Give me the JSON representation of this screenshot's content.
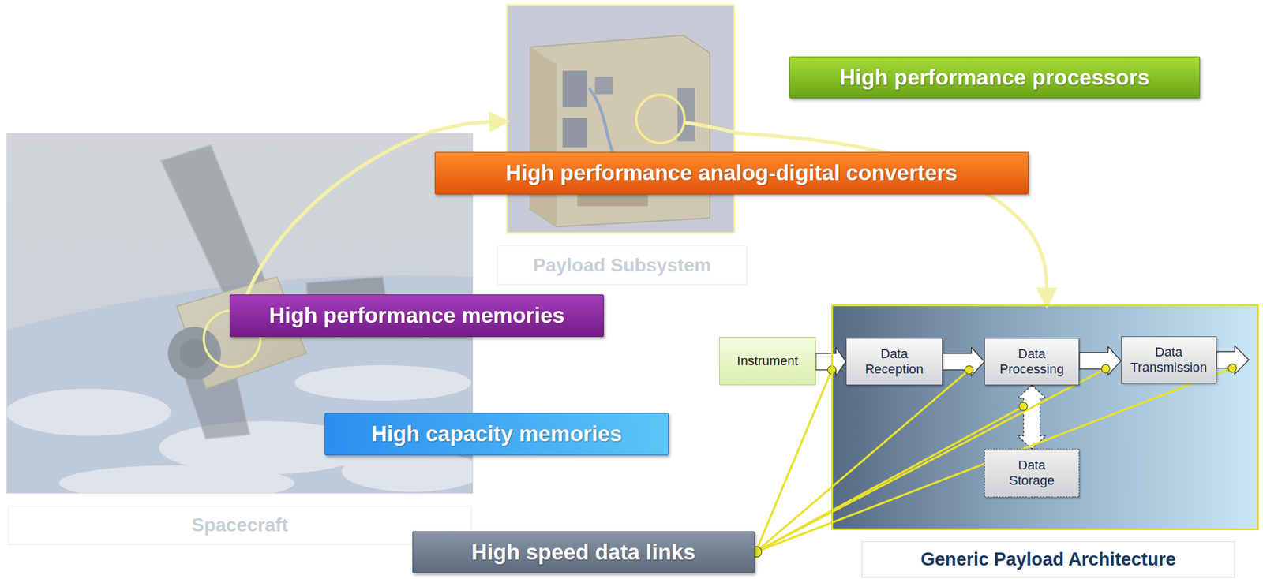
{
  "diagram": {
    "nodes": [
      {
        "text": [
          "Spacecraft"
        ]
      },
      {
        "text": [
          "Payload Subsystem"
        ]
      },
      {
        "text": [
          "Generic Payload Architecture"
        ]
      },
      {
        "text": [
          "Instrument"
        ]
      },
      {
        "text": [
          "Data Reception"
        ],
        "in": 2
      },
      {
        "text": [
          "Data Processing"
        ],
        "in": 2
      },
      {
        "text": [
          "Data Transmission"
        ],
        "in": 2
      },
      {
        "text": [
          "Data Storage"
        ],
        "in": 2
      },
      {
        "text": [
          "High performance processors"
        ]
      },
      {
        "text": [
          "High performance analog-digital converters"
        ]
      },
      {
        "text": [
          "High performance memories"
        ]
      },
      {
        "text": [
          "High capacity memories"
        ]
      },
      {
        "text": [
          "High speed data links"
        ]
      }
    ],
    "edges": [
      {
        "from": 0,
        "to": 1,
        "arrow": "to"
      },
      {
        "from": 1,
        "to": 2,
        "arrow": "to"
      },
      {
        "from": 3,
        "to": 4,
        "arrow": "to"
      },
      {
        "from": 4,
        "to": 5,
        "arrow": "to"
      },
      {
        "from": 5,
        "to": 6,
        "arrow": "to"
      },
      {
        "from": 5,
        "to": 7,
        "arrow": "both"
      }
    ]
  }
}
